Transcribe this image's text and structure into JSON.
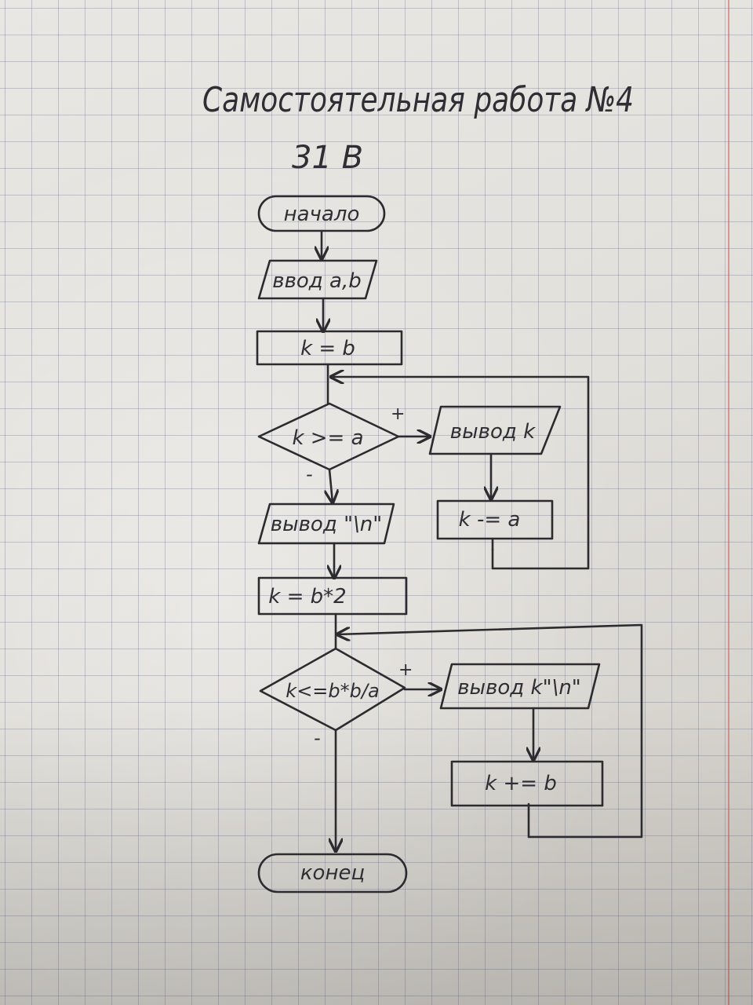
{
  "header": {
    "title": "Самостоятельная работа №4",
    "variant": "31 В"
  },
  "flowchart": {
    "start": "начало",
    "input": "ввод a,b",
    "assign_k_b": "k = b",
    "cond1": "k >= a",
    "cond1_yes": "+",
    "cond1_no": "-",
    "output_k": "вывод k",
    "decrement": "k -= a",
    "output_newline": "вывод \"\\n\"",
    "assign_k_b2": "k = b*2",
    "cond2": "k<=b*b/a",
    "cond2_yes": "+",
    "cond2_no": "-",
    "output_k_newline": "вывод k\"\\n\"",
    "increment": "k += b",
    "end": "конец"
  },
  "colors": {
    "ink": "#2b2b30",
    "paper": "#e5e3de",
    "grid": "#6e78a0",
    "margin": "#cd5a5a"
  }
}
